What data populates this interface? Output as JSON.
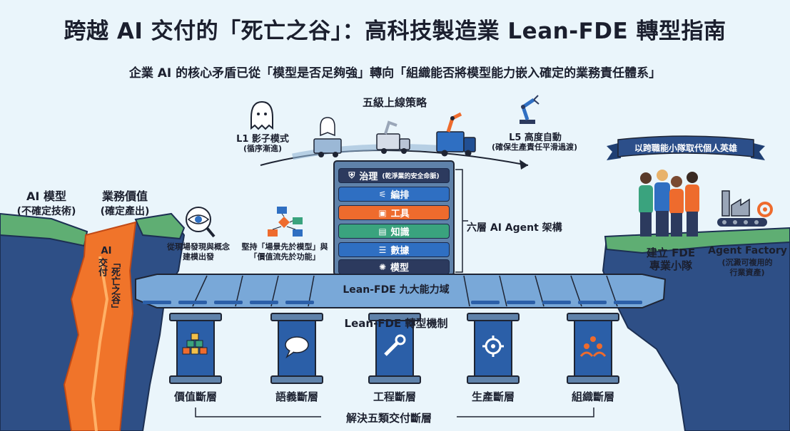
{
  "title": "跨越 AI 交付的「死亡之谷」：高科技製造業 Lean-FDE 轉型指南",
  "subtitle": "企業 AI 的核心矛盾已從「模型是否足夠強」轉向「組織能否將模型能力嵌入確定的業務責任體系」",
  "left_cliff": {
    "ai_model_title": "AI 模型",
    "ai_model_sub": "(不確定技術)",
    "business_title": "業務價值",
    "business_sub": "(確定產出)",
    "valley_label_a": "AI",
    "valley_label_b": "交付",
    "valley_label_c": "「死亡之谷」"
  },
  "strategy": {
    "title": "五級上線策略",
    "l1_title": "L1 影子模式",
    "l1_sub": "(循序漸進)",
    "l5_title": "L5 高度自動",
    "l5_sub": "(確保生產責任平滑過渡)"
  },
  "left_concepts": {
    "discover": "從現場發現與概念建模出發",
    "scenario": "堅持「場景先於模型」與「價值流先於功能」"
  },
  "agent_stack": {
    "title": "六層 AI Agent 架構",
    "layers": [
      {
        "label": "治理",
        "sub": "(乾淨業的安全命脈)",
        "icon": "shield-icon",
        "color": "#2c3a5e"
      },
      {
        "label": "編排",
        "icon": "sliders-icon",
        "color": "#2f6fc2"
      },
      {
        "label": "工具",
        "icon": "toolbox-icon",
        "color": "#ee6b2d"
      },
      {
        "label": "知識",
        "icon": "book-icon",
        "color": "#3aa37e"
      },
      {
        "label": "數據",
        "icon": "database-icon",
        "color": "#2f6fc2"
      },
      {
        "label": "模型",
        "icon": "brain-icon",
        "color": "#2c3a5e"
      }
    ]
  },
  "bridge": {
    "deck_label": "Lean-FDE 九大能力域",
    "mechanism_label": "Lean-FDE 轉型機制"
  },
  "pillars": [
    {
      "label": "價值斷層",
      "icon": "blocks-icon"
    },
    {
      "label": "語義斷層",
      "icon": "speech-icon"
    },
    {
      "label": "工程斷層",
      "icon": "wrench-icon"
    },
    {
      "label": "生產斷層",
      "icon": "gear-icon"
    },
    {
      "label": "組織斷層",
      "icon": "team-icon"
    }
  ],
  "pillars_footer": "解決五類交付斷層",
  "right_cliff": {
    "banner": "以跨職能小隊取代個人英雄",
    "team_title_a": "建立 FDE",
    "team_title_b": "專業小隊",
    "factory_title": "Agent Factory",
    "factory_sub_a": "(沉澱可複用的",
    "factory_sub_b": "行業資產)"
  },
  "colors": {
    "cliff_green": "#5fae73",
    "cliff_rock": "#2e4f86",
    "lava": "#f0742a",
    "bridge": "#79a8d8",
    "pillar": "#2b5fa8",
    "background": "#eaf5fb"
  }
}
